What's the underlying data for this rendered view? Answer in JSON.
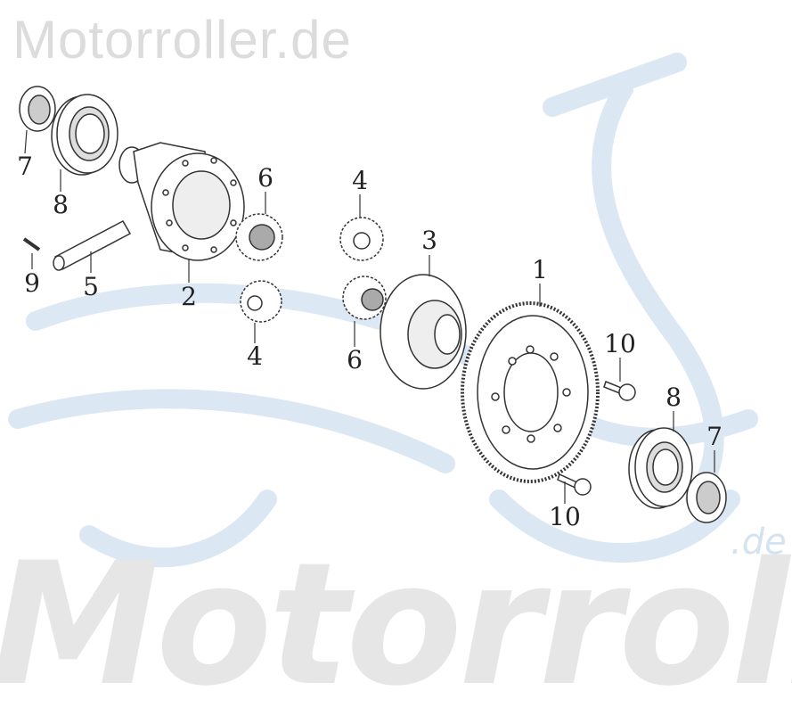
{
  "watermark": {
    "top": "Motorroller.de",
    "bottom": "Motorroller",
    "bottom_suffix": ".de",
    "accent": "#c9dbee"
  },
  "labels": [
    {
      "name": "seal-left",
      "text": "7"
    },
    {
      "name": "bearing-left",
      "text": "8"
    },
    {
      "name": "pin-small",
      "text": "9"
    },
    {
      "name": "shaft",
      "text": "5"
    },
    {
      "name": "differential-case",
      "text": "2"
    },
    {
      "name": "side-gear-upper",
      "text": "6"
    },
    {
      "name": "pinion-gear-upper",
      "text": "4"
    },
    {
      "name": "pinion-gear-lower",
      "text": "4"
    },
    {
      "name": "side-gear-lower",
      "text": "6"
    },
    {
      "name": "flange",
      "text": "3"
    },
    {
      "name": "ring-gear",
      "text": "1"
    },
    {
      "name": "bolt-upper",
      "text": "10"
    },
    {
      "name": "bolt-lower",
      "text": "10"
    },
    {
      "name": "bearing-right",
      "text": "8"
    },
    {
      "name": "seal-right",
      "text": "7"
    }
  ]
}
